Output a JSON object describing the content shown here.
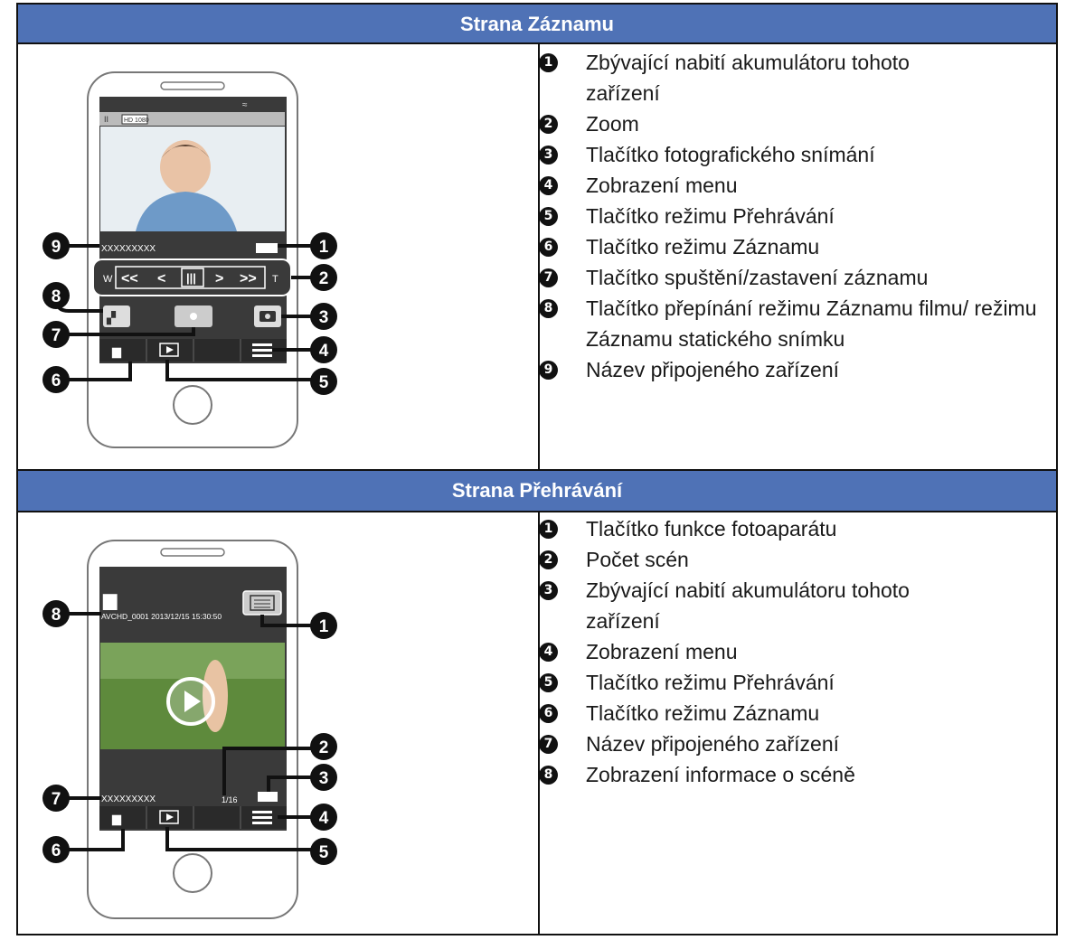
{
  "sections": [
    {
      "title": "Strana Záznamu",
      "items": [
        {
          "n": "1",
          "text": "Zbývající nabití akumulátoru tohoto zařízení"
        },
        {
          "n": "2",
          "text": "Zoom"
        },
        {
          "n": "3",
          "text": "Tlačítko fotografického snímání"
        },
        {
          "n": "4",
          "text": "Zobrazení menu"
        },
        {
          "n": "5",
          "text": "Tlačítko režimu Přehrávání"
        },
        {
          "n": "6",
          "text": "Tlačítko režimu Záznamu"
        },
        {
          "n": "7",
          "text": "Tlačítko spuštění/zastavení záznamu"
        },
        {
          "n": "8",
          "text": "Tlačítko přepínání režimu Záznamu filmu/ režimu Záznamu statického snímku"
        },
        {
          "n": "9",
          "text": "Název připojeného zařízení"
        }
      ],
      "phone": {
        "device_name": "XXXXXXXXX",
        "zoom_w": "W",
        "zoom_t": "T",
        "zoom_buttons": [
          "<<",
          "<",
          "|||",
          ">",
          ">>"
        ],
        "hd_badge": "HD 1080"
      }
    },
    {
      "title": "Strana Přehrávání",
      "items": [
        {
          "n": "1",
          "text": "Tlačítko funkce fotoaparátu"
        },
        {
          "n": "2",
          "text": "Počet scén"
        },
        {
          "n": "3",
          "text": "Zbývající nabití akumulátoru tohoto zařízení"
        },
        {
          "n": "4",
          "text": "Zobrazení menu"
        },
        {
          "n": "5",
          "text": "Tlačítko režimu Přehrávání"
        },
        {
          "n": "6",
          "text": "Tlačítko režimu Záznamu"
        },
        {
          "n": "7",
          "text": "Název připojeného zařízení"
        },
        {
          "n": "8",
          "text": "Zobrazení informace o scéně"
        }
      ],
      "phone": {
        "scene_info": "AVCHD_0001   2013/12/15 15:30:50",
        "scene_count": "1/16",
        "device_name": "XXXXXXXXX"
      }
    }
  ],
  "colors": {
    "header_bg": "#4f72b6",
    "phone_dark": "#3a3a3a"
  }
}
